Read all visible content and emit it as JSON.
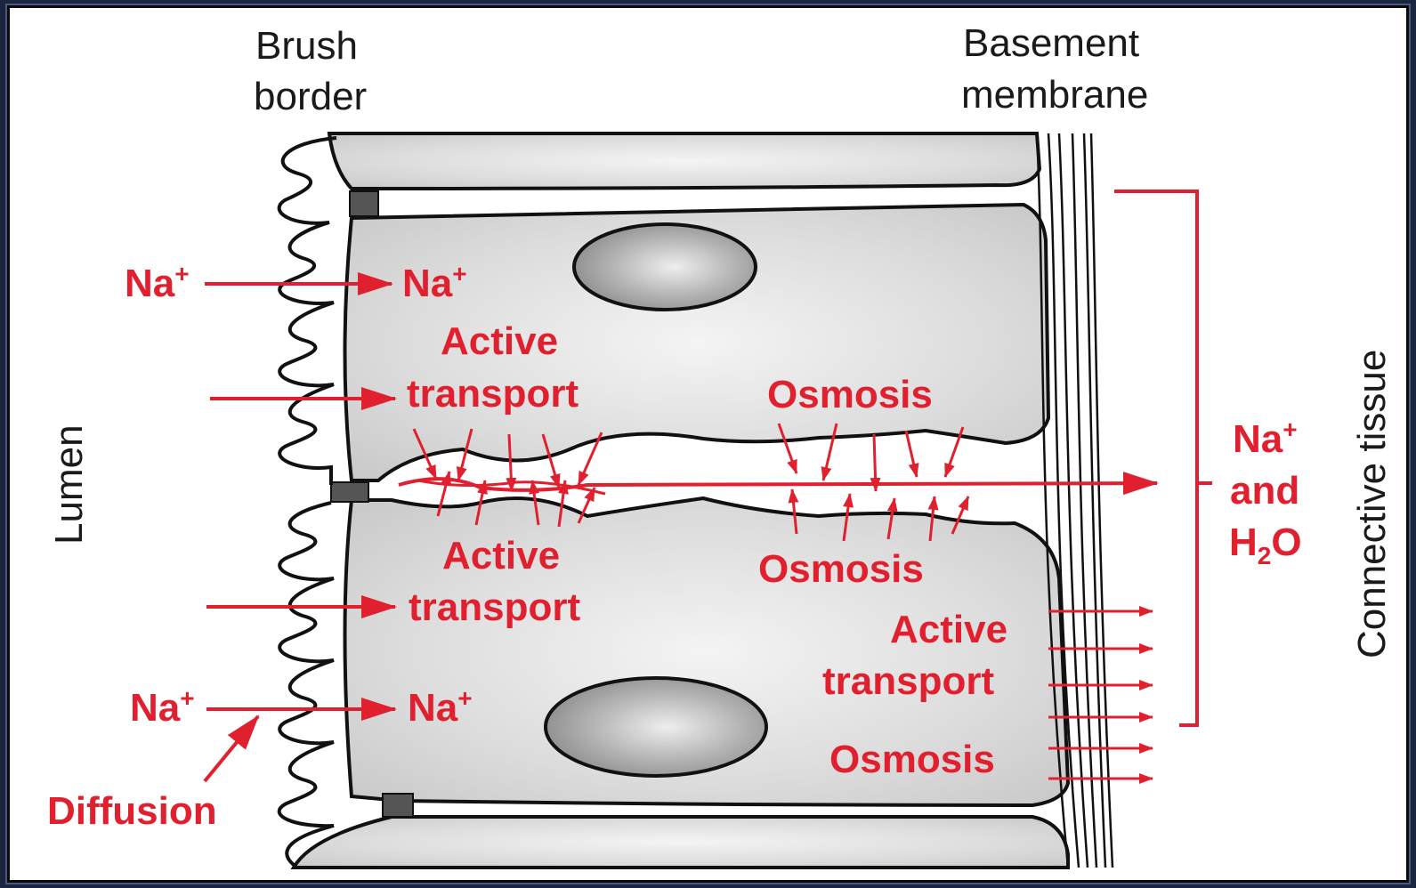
{
  "labels": {
    "brush_border_l1": "Brush",
    "brush_border_l2": "border",
    "basement_l1": "Basement",
    "basement_l2": "membrane",
    "lumen": "Lumen",
    "connective_tissue": "Connective tissue",
    "na": "Na",
    "plus": "+",
    "active": "Active",
    "transport": "transport",
    "osmosis": "Osmosis",
    "diffusion": "Diffusion",
    "and": "and",
    "h": "H",
    "two": "2",
    "o": "O"
  },
  "colors": {
    "red": "#e0202e",
    "ink": "#1a1a1a",
    "cell_fill": "#d9d9d9",
    "nucleus_fill": "#a8a8a8"
  }
}
